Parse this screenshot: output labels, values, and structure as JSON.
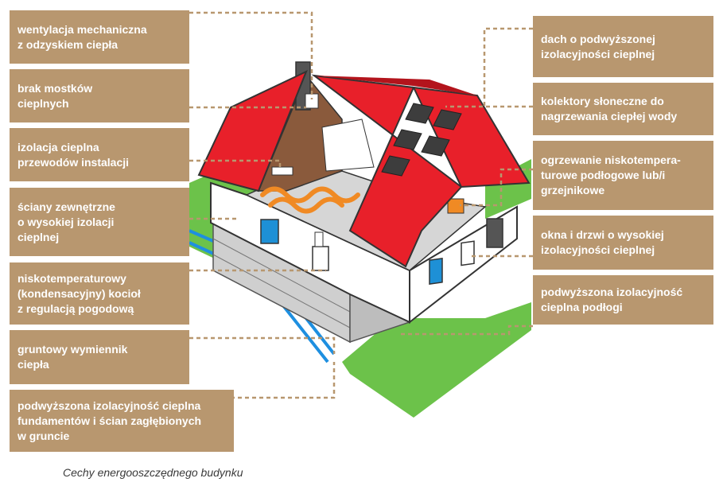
{
  "labels_left": [
    {
      "id": "ventilation",
      "text": "wentylacja mechaniczna\nz odzyskiem ciepła"
    },
    {
      "id": "no-thermal-bridges",
      "text": "brak mostków\ncieplnych"
    },
    {
      "id": "pipe-insulation",
      "text": "izolacja cieplna\nprzewodów instalacji"
    },
    {
      "id": "exterior-walls",
      "text": "ściany zewnętrzne\no wysokiej izolacji\ncieplnej"
    },
    {
      "id": "boiler",
      "text": "niskotemperaturowy\n(kondensacyjny) kocioł\nz regulacją pogodową"
    },
    {
      "id": "ground-exchanger",
      "text": "gruntowy wymiennik\nciepła"
    },
    {
      "id": "foundation-insulation",
      "text": "podwyższona izolacyjność cieplna\nfundamentów i ścian zagłębionych\nw gruncie"
    }
  ],
  "labels_right": [
    {
      "id": "roof-insulation",
      "text": "dach o podwyższonej\nizolacyjności cieplnej"
    },
    {
      "id": "solar-collectors",
      "text": "kolektory słoneczne do\nnagrzewania ciepłej wody"
    },
    {
      "id": "floor-heating",
      "text": "ogrzewanie niskotempera-\nturowe podłogowe lub/i\ngrzejnikowe"
    },
    {
      "id": "windows-doors",
      "text": "okna i drzwi o wysokiej\nizolacyjności cieplnej"
    },
    {
      "id": "floor-insulation",
      "text": "podwyższona izolacyjność\ncieplna podłogi"
    }
  ],
  "caption": "Cechy energooszczędnego budynku",
  "colors": {
    "label_bg": "#b8976f",
    "roof": "#e8202a",
    "grass": "#6cc24a",
    "wall": "#ffffff",
    "interior_floor": "#d9d9d9",
    "brown_wall": "#8a5a3c",
    "pipe": "#f08a24",
    "window": "#1e90d6",
    "ground_pipe": "#1e8fe0",
    "leader": "#b8976f"
  }
}
